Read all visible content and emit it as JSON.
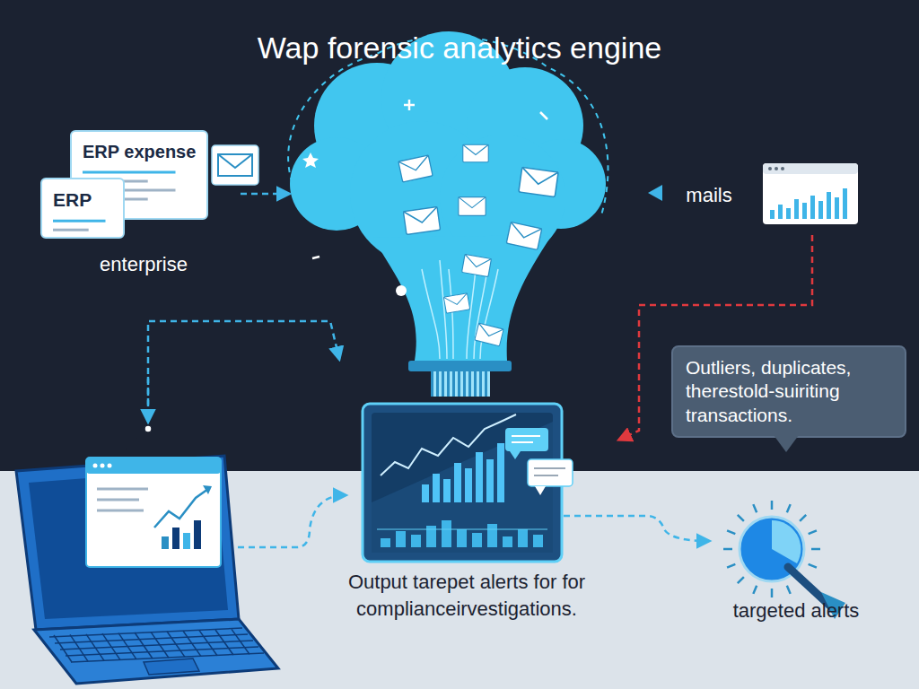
{
  "diagram": {
    "title": "Wap forensic analytics engine",
    "nodes": [
      {
        "text": [
          "ERP expense"
        ]
      },
      {
        "text": [
          "ERP"
        ]
      },
      {
        "text": [
          "Outliers, duplicates, therestold-suiriting transactions."
        ]
      }
    ],
    "labels": [
      "enterprise",
      "mails",
      "Output tarepet alerts for for complianceirvestigations.",
      "targeted alerts"
    ]
  }
}
